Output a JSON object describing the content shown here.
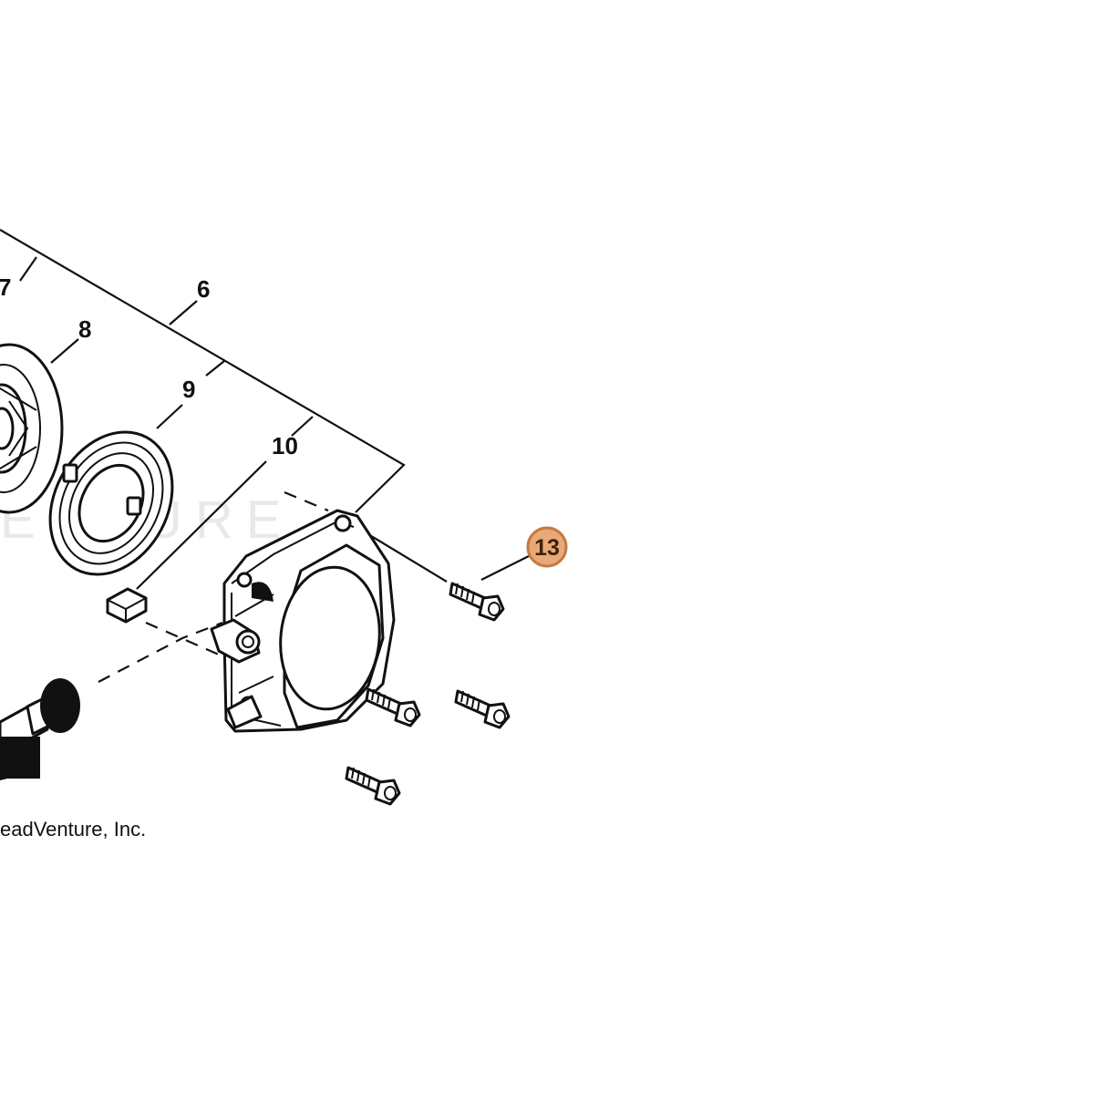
{
  "diagram": {
    "callouts": [
      {
        "id": "7",
        "label": "7"
      },
      {
        "id": "6",
        "label": "6"
      },
      {
        "id": "8",
        "label": "8"
      },
      {
        "id": "9",
        "label": "9"
      },
      {
        "id": "10",
        "label": "10"
      },
      {
        "id": "13",
        "label": "13"
      }
    ],
    "highlighted_callout": "13",
    "highlight_fill": "#e8a878",
    "highlight_stroke": "#c47a40",
    "watermark_text": "ENTURE",
    "copyright_text": "eadVenture, Inc."
  }
}
